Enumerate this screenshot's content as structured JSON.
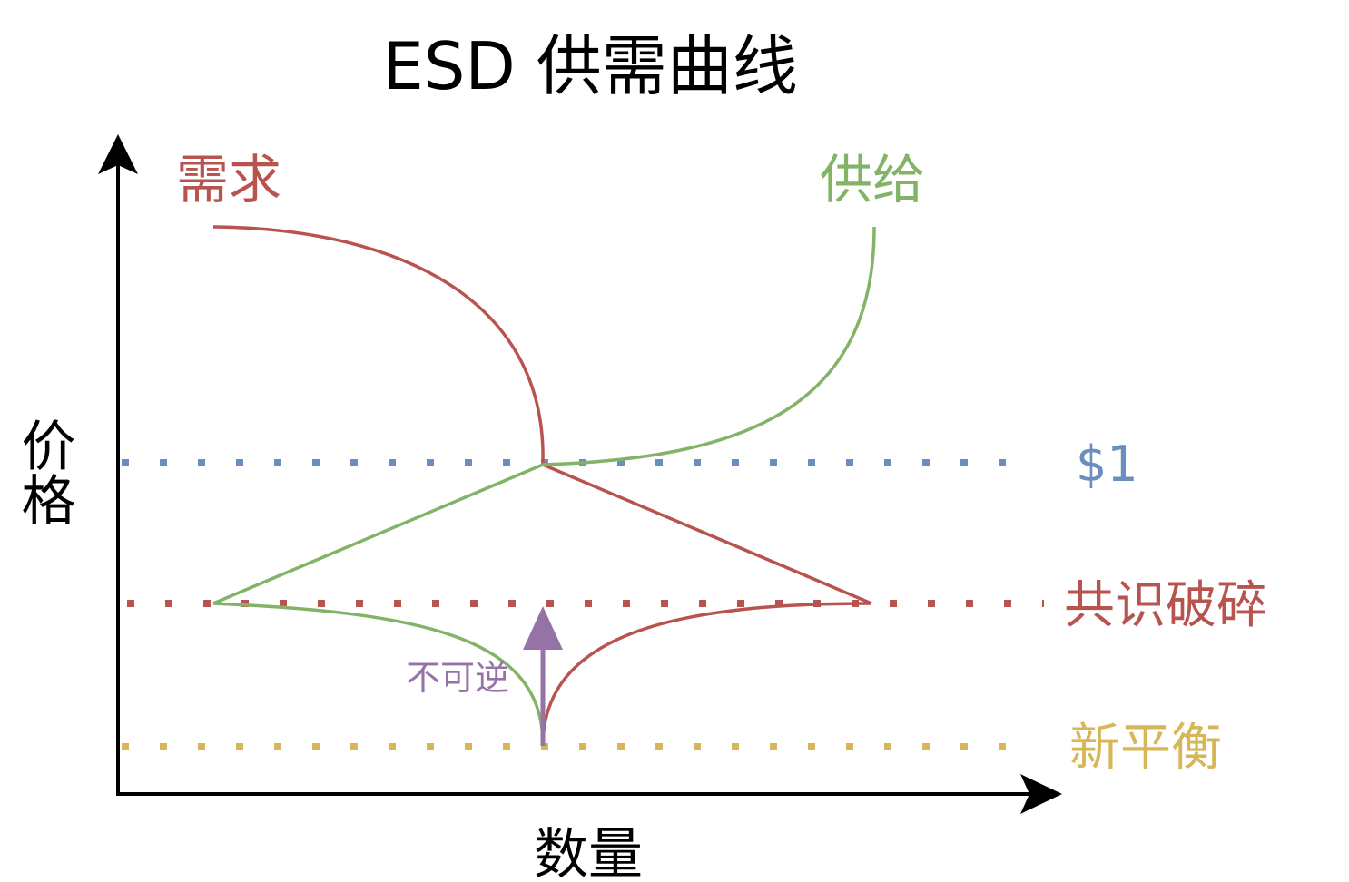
{
  "title": "ESD 供需曲线",
  "axes": {
    "y_label": "价格",
    "x_label": "数量"
  },
  "curves": {
    "demand_label": "需求",
    "supply_label": "供给"
  },
  "levels": {
    "peg": "$1",
    "consensus_break": "共识破碎",
    "new_equilibrium": "新平衡"
  },
  "annotation": {
    "irreversible": "不可逆"
  },
  "colors": {
    "demand": "#b85450",
    "supply": "#82b366",
    "peg": "#6c8ebf",
    "new_equilibrium": "#d6b656",
    "arrow": "#9673a6",
    "axis": "#000000"
  }
}
